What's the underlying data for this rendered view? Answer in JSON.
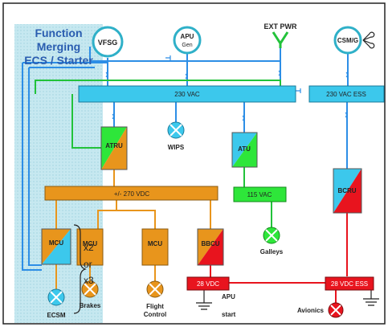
{
  "title": {
    "line1": "Function",
    "line2": "Merging",
    "line3": "ECS / Starter"
  },
  "sources": {
    "vfsg": "VFSG",
    "apu_line1": "APU",
    "apu_line2": "Gen",
    "ext_pwr": "EXT PWR",
    "csm_g": "CSM/G"
  },
  "buses": {
    "vac230": "230 VAC",
    "vac230_ess": "230 VAC ESS",
    "vdc270": "+/- 270 VDC",
    "vac115": "115 VAC",
    "vdc28": "28 VDC",
    "vdc28_ess": "28 VDC ESS"
  },
  "converters": {
    "atru": "ATRU",
    "atu": "ATU",
    "bcru": "BCRU",
    "mcu_ecs": "MCU",
    "mcu_brakes": "MCU",
    "mcu_flight": "MCU",
    "bbcu": "BBCU"
  },
  "loads": {
    "wips": "WIPS",
    "galleys": "Galleys",
    "ecsm": "ECSM",
    "brakes": "Brakes",
    "flight_line1": "Flight",
    "flight_line2": "Control",
    "apu_start_line1": "APU",
    "apu_start_line2": "start",
    "avionics": "Avionics"
  },
  "multiplier": {
    "x2": "x2",
    "or": "or",
    "x3": "x3"
  },
  "colors": {
    "bus_blue": "#3cc8ec",
    "bus_orange": "#e8951c",
    "bus_green": "#2ee63a",
    "bus_red": "#e8141e",
    "highlight": "#bfe6ee",
    "line_green": "#22c23a",
    "line_blue": "#2d8ee6",
    "source_ring": "#2fb0c8",
    "title_text": "#2a5db0"
  }
}
